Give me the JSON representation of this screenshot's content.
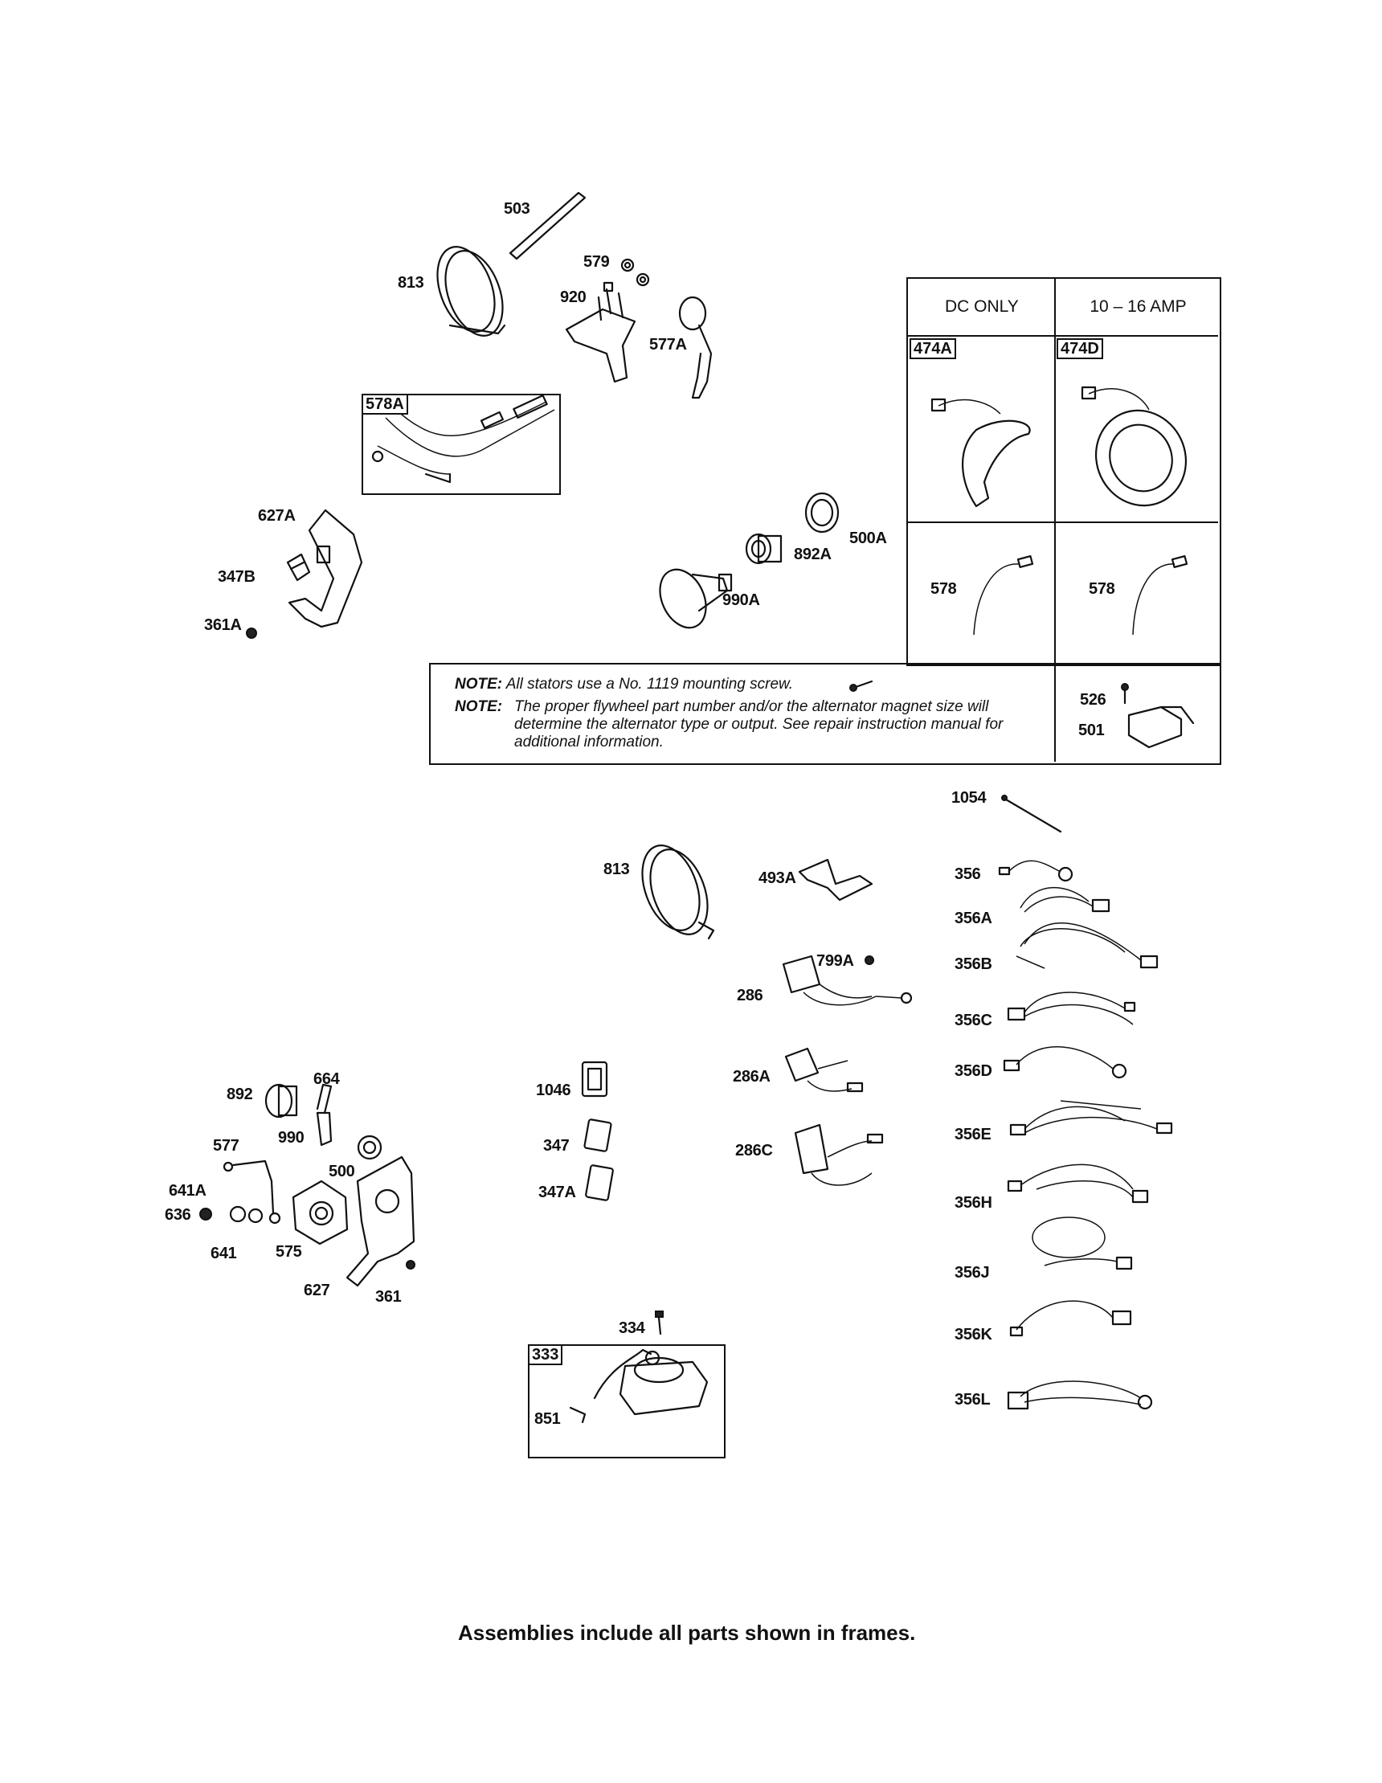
{
  "table": {
    "col1_header": "DC ONLY",
    "col2_header": "10 – 16 AMP",
    "col1_part": "474A",
    "col2_part": "474D",
    "col1_wire": "578",
    "col2_wire": "578",
    "note1_prefix": "NOTE:",
    "note1_text": "All stators use a No. 1119 mounting screw.",
    "note2_prefix": "NOTE:",
    "note2_text": "The proper flywheel part number and/or the alternator magnet size will determine the alternator type or output. See repair instruction manual for additional information.",
    "reg_screw": "526",
    "reg_part": "501"
  },
  "frames": {
    "harness": "578A",
    "coil": "333"
  },
  "labels": {
    "p503": "503",
    "p813_top": "813",
    "p579": "579",
    "p920": "920",
    "p577A": "577A",
    "p627A": "627A",
    "p347B": "347B",
    "p361A": "361A",
    "p500A": "500A",
    "p892A": "892A",
    "p990A": "990A",
    "p1054": "1054",
    "p813_mid": "813",
    "p493A": "493A",
    "p356": "356",
    "p356A": "356A",
    "p356B": "356B",
    "p356C": "356C",
    "p356D": "356D",
    "p356E": "356E",
    "p356H": "356H",
    "p356J": "356J",
    "p356K": "356K",
    "p356L": "356L",
    "p799A": "799A",
    "p286": "286",
    "p286A": "286A",
    "p286C": "286C",
    "p1046": "1046",
    "p347": "347",
    "p347A": "347A",
    "p892": "892",
    "p664": "664",
    "p990": "990",
    "p577": "577",
    "p500": "500",
    "p641A": "641A",
    "p636": "636",
    "p641": "641",
    "p575": "575",
    "p627": "627",
    "p361": "361",
    "p334": "334",
    "p851": "851"
  },
  "footer": "Assemblies include all parts shown in frames."
}
